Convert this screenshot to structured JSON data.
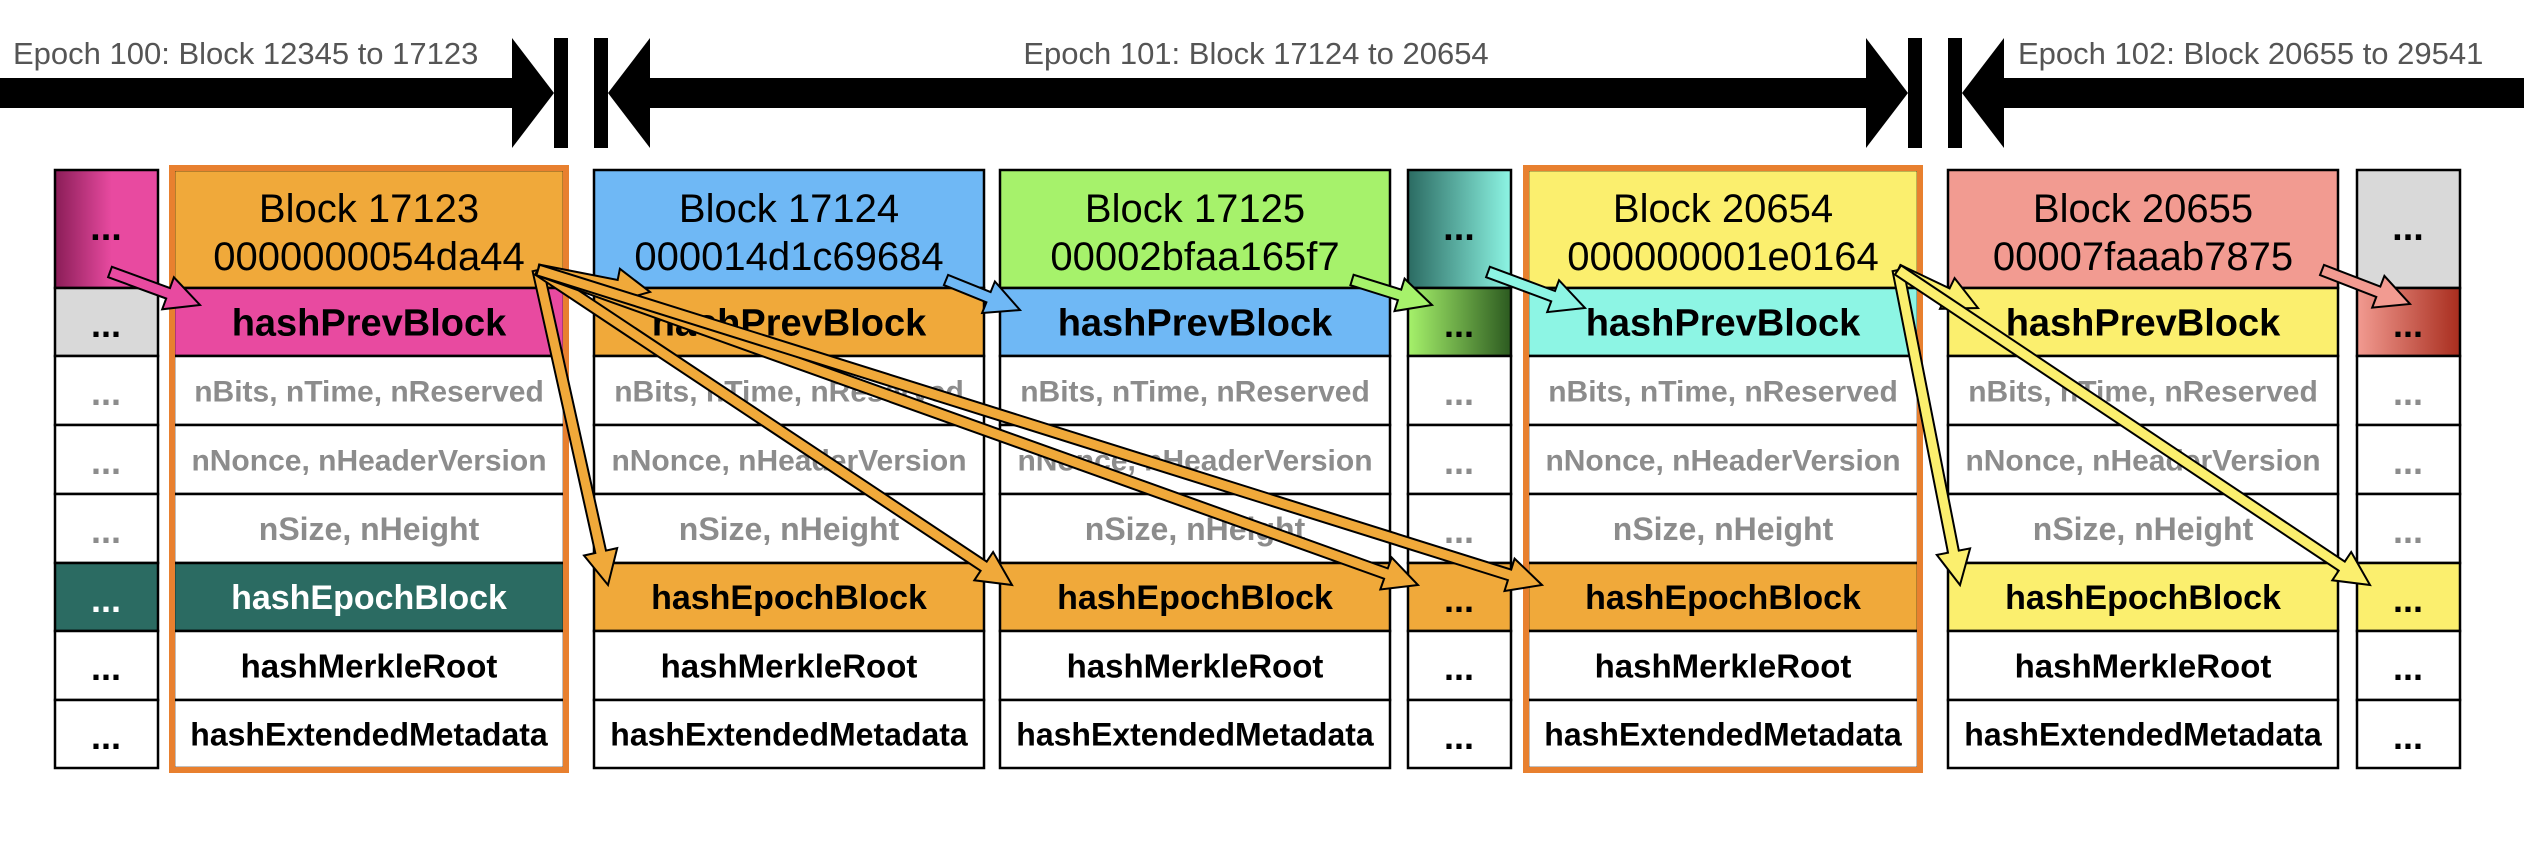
{
  "epochs": [
    {
      "label": "Epoch 100: Block 12345 to 17123"
    },
    {
      "label": "Epoch 101: Block 17124 to 20654"
    },
    {
      "label": "Epoch 102: Block 20655 to 29541"
    }
  ],
  "narrow_columns": [
    {
      "top_label": "...",
      "rows": [
        "...",
        "...",
        "...",
        "...",
        "...",
        "...",
        "..."
      ],
      "colors": {
        "top": "gradient-magenta",
        "hashPrev": "#d9d9d9",
        "hashEpoch": "#2b6b62"
      }
    },
    {
      "top_label": "...",
      "rows": [
        "...",
        "...",
        "...",
        "...",
        "...",
        "...",
        "..."
      ],
      "colors": {
        "top": "gradient-teal",
        "hashPrev": "gradient-green",
        "hashEpoch": "#f0a93a"
      }
    },
    {
      "top_label": "...",
      "rows": [
        "...",
        "...",
        "...",
        "...",
        "...",
        "...",
        "..."
      ],
      "colors": {
        "top": "#d9d9d9",
        "hashPrev": "gradient-red",
        "hashEpoch": "#fbef6e"
      }
    }
  ],
  "blocks": [
    {
      "title": "Block 17123",
      "hash": "0000000054da44",
      "header_color": "#f0a93a",
      "highlight": true,
      "hashPrev": "hashPrevBlock",
      "hashPrev_color": "#e84aa0",
      "bits": "nBits, nTime, nReserved",
      "nonce": "nNonce, nHeaderVersion",
      "size": "nSize, nHeight",
      "hashEpoch": "hashEpochBlock",
      "hashEpoch_color": "#2b6b62",
      "merkle": "hashMerkleRoot",
      "meta": "hashExtendedMetadata"
    },
    {
      "title": "Block 17124",
      "hash": "000014d1c69684",
      "header_color": "#6fb8f5",
      "highlight": false,
      "hashPrev": "hashPrevBlock",
      "hashPrev_color": "#f0a93a",
      "bits": "nBits, nTime, nReserved",
      "nonce": "nNonce, nHeaderVersion",
      "size": "nSize, nHeight",
      "hashEpoch": "hashEpochBlock",
      "hashEpoch_color": "#f0a93a",
      "merkle": "hashMerkleRoot",
      "meta": "hashExtendedMetadata"
    },
    {
      "title": "Block 17125",
      "hash": "00002bfaa165f7",
      "header_color": "#a6f26b",
      "highlight": false,
      "hashPrev": "hashPrevBlock",
      "hashPrev_color": "#6fb8f5",
      "bits": "nBits, nTime, nReserved",
      "nonce": "nNonce, nHeaderVersion",
      "size": "nSize, nHeight",
      "hashEpoch": "hashEpochBlock",
      "hashEpoch_color": "#f0a93a",
      "merkle": "hashMerkleRoot",
      "meta": "hashExtendedMetadata"
    },
    {
      "title": "Block 20654",
      "hash": "000000001e0164",
      "header_color": "#fbef6e",
      "highlight": true,
      "hashPrev": "hashPrevBlock",
      "hashPrev_color": "#8df5e4",
      "bits": "nBits, nTime, nReserved",
      "nonce": "nNonce, nHeaderVersion",
      "size": "nSize, nHeight",
      "hashEpoch": "hashEpochBlock",
      "hashEpoch_color": "#f0a93a",
      "merkle": "hashMerkleRoot",
      "meta": "hashExtendedMetadata"
    },
    {
      "title": "Block 20655",
      "hash": "00007faaab7875",
      "header_color": "#f29b91",
      "highlight": false,
      "hashPrev": "hashPrevBlock",
      "hashPrev_color": "#fbef6e",
      "bits": "nBits, nTime, nReserved",
      "nonce": "nNonce, nHeaderVersion",
      "size": "nSize, nHeight",
      "hashEpoch": "hashEpochBlock",
      "hashEpoch_color": "#fbef6e",
      "merkle": "hashMerkleRoot",
      "meta": "hashExtendedMetadata"
    }
  ],
  "colors": {
    "orange_arrow": "#f0a93a",
    "yellow_arrow": "#fbef6e",
    "highlight_border": "#e8802f",
    "muted_text": "#8c8c8c"
  }
}
